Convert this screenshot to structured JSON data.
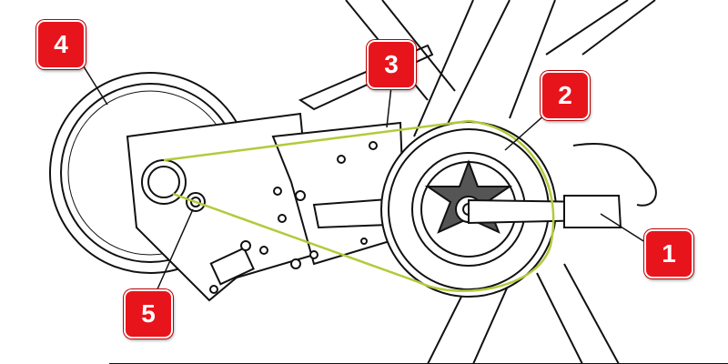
{
  "diagram": {
    "colors": {
      "callout": "#e8141c",
      "belt": "#b5c93a",
      "line": "#111111"
    },
    "callouts": [
      {
        "label": "1",
        "part": "pedal-crank-bolt"
      },
      {
        "label": "2",
        "part": "drive-pulley"
      },
      {
        "label": "3",
        "part": "belt"
      },
      {
        "label": "4",
        "part": "flywheel"
      },
      {
        "label": "5",
        "part": "tensioner-pulley"
      }
    ]
  }
}
